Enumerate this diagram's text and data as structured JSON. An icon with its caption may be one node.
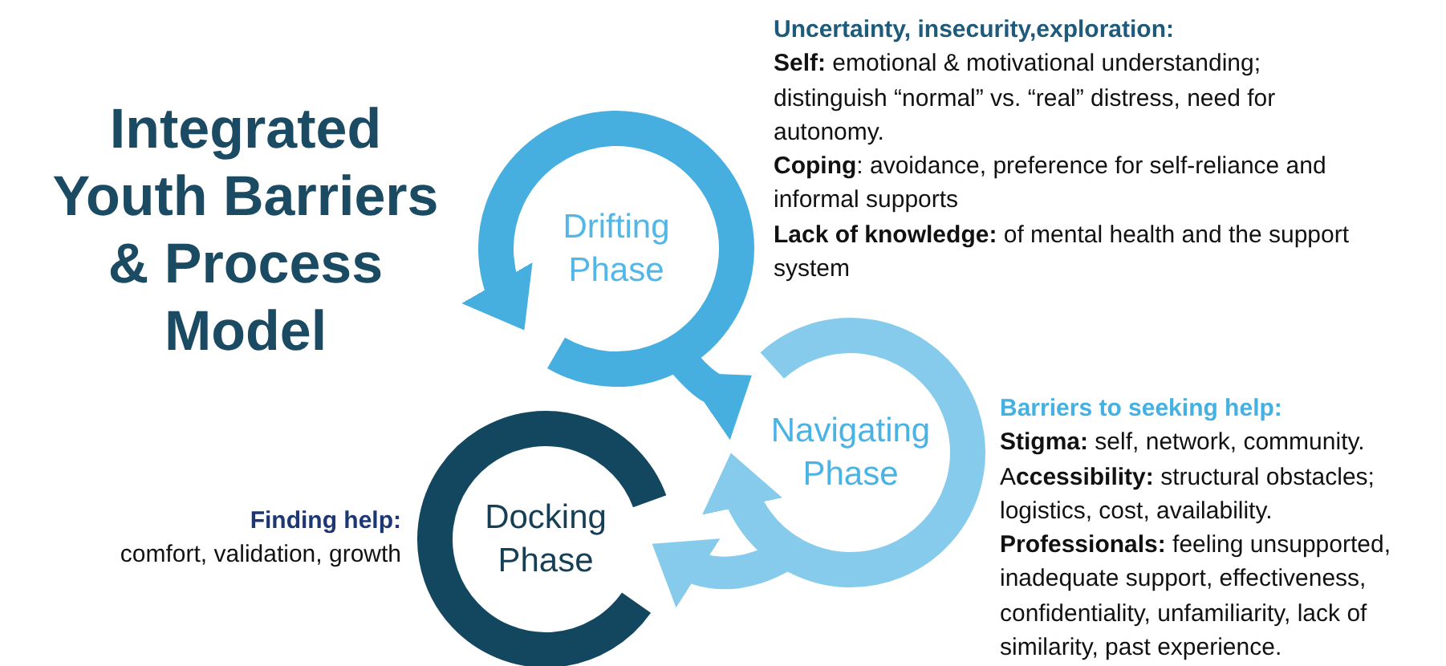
{
  "diagram": {
    "title": "Integrated Youth Barriers & Process Model",
    "nodes": [
      {
        "text": [
          "Drifting Phase"
        ],
        "beside": [
          "Uncertainty, insecurity,exploration:",
          "**Self:** emotional & motivational understanding; distinguish “normal” vs. “real” distress, need for autonomy.",
          "**Coping**: avoidance, preference for self-reliance and informal supports",
          "**Lack of knowledge:** of mental health and the support system"
        ]
      },
      {
        "text": [
          "Navigating Phase"
        ],
        "beside": [
          "Barriers to seeking help:",
          "**Stigma:** self, network, community.",
          "A**ccessibility:** structural obstacles; logistics, cost, availability.",
          "**Professionals:** feeling unsupported, inadequate support, effectiveness, confidentiality, unfamiliarity, lack of similarity, past experience."
        ]
      },
      {
        "text": [
          "Docking Phase"
        ],
        "beside": [
          "Finding help:",
          "comfort, validation, growth"
        ]
      }
    ],
    "edges": [
      {
        "from": 0,
        "to": 1,
        "arrow": "to",
        "color": "#47afe0"
      },
      {
        "from": 1,
        "to": 2,
        "arrow": "to",
        "color": "#86cbec"
      }
    ]
  }
}
